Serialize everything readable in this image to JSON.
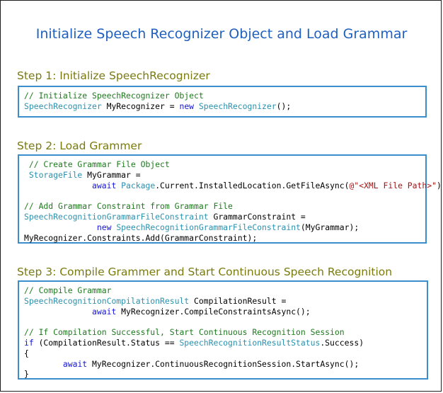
{
  "title": "Initialize Speech Recognizer Object and Load Grammar",
  "steps": [
    {
      "heading": "Step 1: Initialize SpeechRecognizer",
      "lines": [
        [
          [
            "c",
            "// Initialize SpeechRecognizer Object"
          ]
        ],
        [
          [
            "t",
            "SpeechRecognizer"
          ],
          [
            "p",
            " MyRecognizer = "
          ],
          [
            "k",
            "new"
          ],
          [
            "p",
            " "
          ],
          [
            "t",
            "SpeechRecognizer"
          ],
          [
            "p",
            "();"
          ]
        ]
      ]
    },
    {
      "heading": "Step 2: Load Grammer",
      "lines": [
        [
          [
            "c",
            " // Create Grammar File Object"
          ]
        ],
        [
          [
            "t",
            " StorageFile"
          ],
          [
            "p",
            " MyGrammar ="
          ]
        ],
        [
          [
            "p",
            "              "
          ],
          [
            "k",
            "await"
          ],
          [
            "p",
            " "
          ],
          [
            "t",
            "Package"
          ],
          [
            "p",
            ".Current.InstalledLocation.GetFileAsync("
          ],
          [
            "s",
            "@\"<XML File Path>\""
          ],
          [
            "p",
            ");"
          ]
        ],
        [
          [
            "p",
            ""
          ]
        ],
        [
          [
            "c",
            "// Add Grammar Constraint from Grammar File"
          ]
        ],
        [
          [
            "t",
            "SpeechRecognitionGrammarFileConstraint"
          ],
          [
            "p",
            " GrammarConstraint ="
          ]
        ],
        [
          [
            "p",
            "               "
          ],
          [
            "k",
            "new"
          ],
          [
            "p",
            " "
          ],
          [
            "t",
            "SpeechRecognitionGrammarFileConstraint"
          ],
          [
            "p",
            "(MyGrammar);"
          ]
        ],
        [
          [
            "p",
            "MyRecognizer.Constraints.Add(GrammarConstraint);"
          ]
        ]
      ]
    },
    {
      "heading": "Step 3: Compile Grammer and Start Continuous Speech Recognition",
      "lines": [
        [
          [
            "c",
            "// Compile Grammar"
          ]
        ],
        [
          [
            "t",
            "SpeechRecognitionCompilationResult"
          ],
          [
            "p",
            " CompilationResult ="
          ]
        ],
        [
          [
            "p",
            "              "
          ],
          [
            "k",
            "await"
          ],
          [
            "p",
            " MyRecognizer.CompileConstraintsAsync();"
          ]
        ],
        [
          [
            "p",
            ""
          ]
        ],
        [
          [
            "c",
            "// If Compilation Successful, Start Continuous Recognition Session"
          ]
        ],
        [
          [
            "k",
            "if"
          ],
          [
            "p",
            " (CompilationResult.Status == "
          ],
          [
            "t",
            "SpeechRecognitionResultStatus"
          ],
          [
            "p",
            ".Success)"
          ]
        ],
        [
          [
            "p",
            "{"
          ]
        ],
        [
          [
            "p",
            "        "
          ],
          [
            "k",
            "await"
          ],
          [
            "p",
            " MyRecognizer.ContinuousRecognitionSession.StartAsync();"
          ]
        ],
        [
          [
            "p",
            "}"
          ]
        ]
      ]
    }
  ]
}
